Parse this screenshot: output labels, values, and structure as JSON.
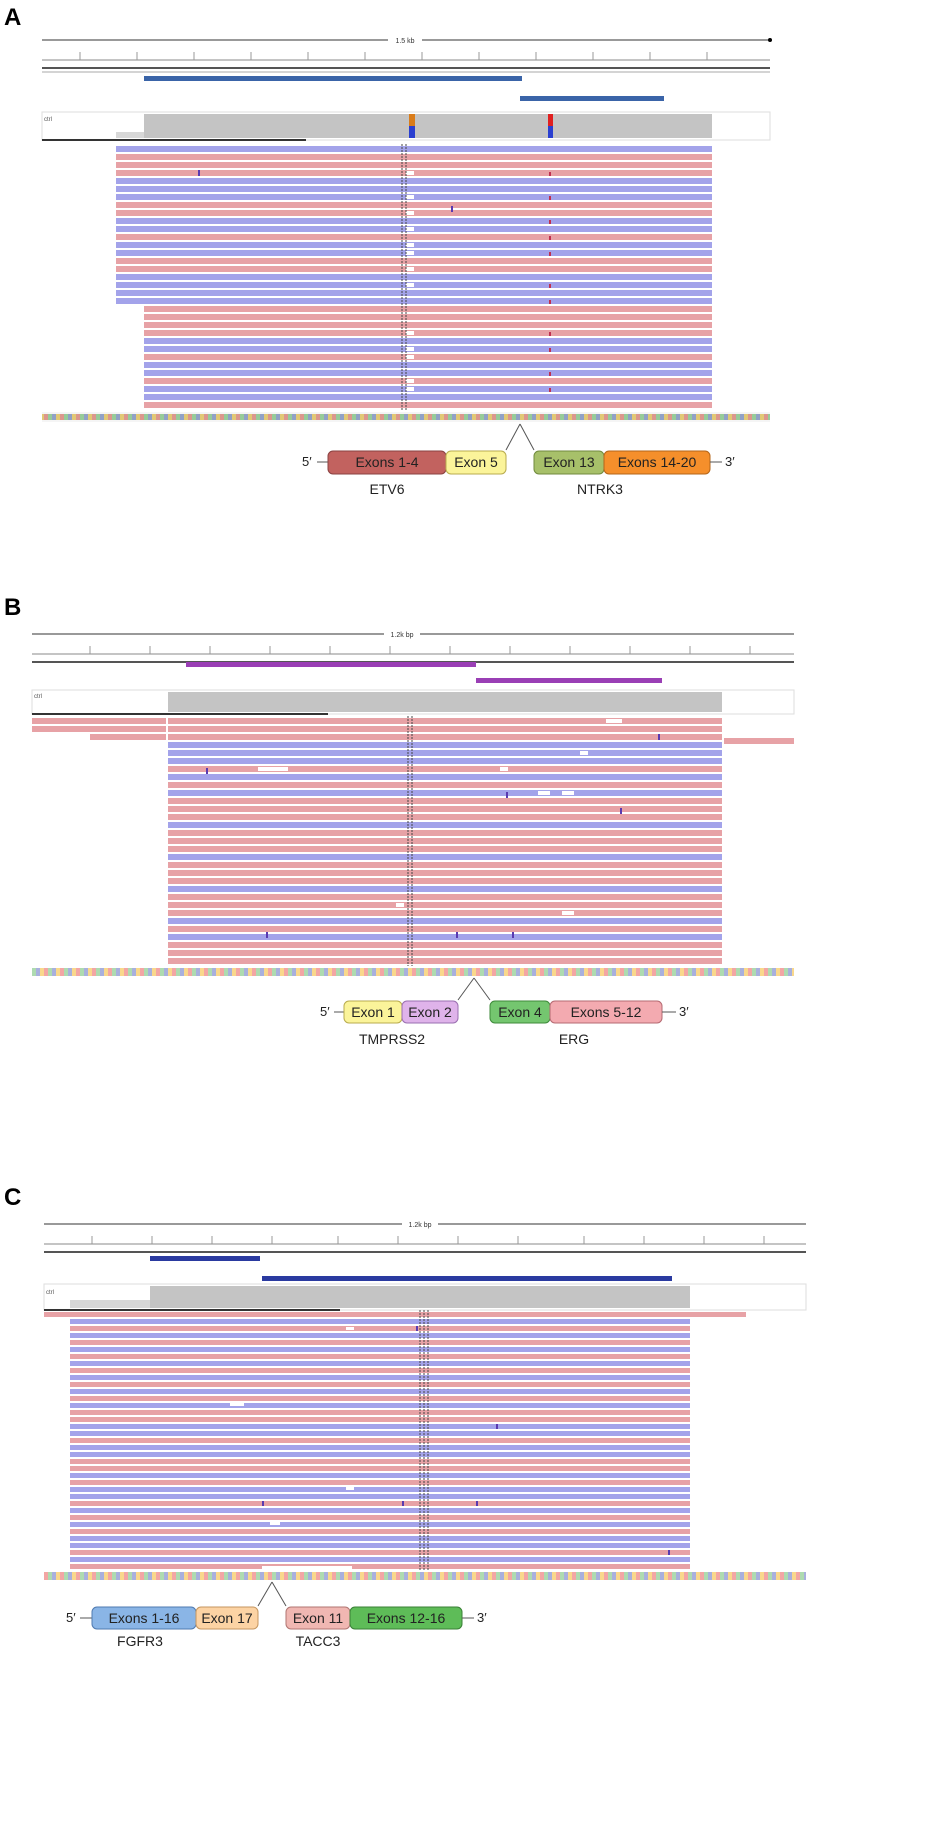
{
  "panels": [
    {
      "letter": "A",
      "ruler_label": "1.5 kb",
      "sample_label": "ctrl",
      "colors": {
        "pink": "#e7a2a6",
        "blue": "#a3a3ea",
        "bar": "#3a64a8"
      },
      "five_prime": "5′",
      "three_prime": "3′",
      "gene_left": {
        "name": "ETV6",
        "exons": [
          {
            "label": "Exons 1-4",
            "color": "#c2625f"
          },
          {
            "label": "Exon 5",
            "color": "#fbf49a"
          }
        ]
      },
      "gene_right": {
        "name": "NTRK3",
        "exons": [
          {
            "label": "Exon 13",
            "color": "#a7c06a"
          },
          {
            "label": "Exons 14-20",
            "color": "#f58f2b"
          }
        ]
      }
    },
    {
      "letter": "B",
      "ruler_label": "1.2k bp",
      "sample_label": "ctrl",
      "colors": {
        "pink": "#e7a2a6",
        "blue": "#a3a3ea",
        "bar": "#9a3fb5"
      },
      "five_prime": "5′",
      "three_prime": "3′",
      "gene_left": {
        "name": "TMPRSS2",
        "exons": [
          {
            "label": "Exon 1",
            "color": "#fbf49a"
          },
          {
            "label": "Exon 2",
            "color": "#dfb3ea"
          }
        ]
      },
      "gene_right": {
        "name": "ERG",
        "exons": [
          {
            "label": "Exon 4",
            "color": "#74c66f"
          },
          {
            "label": "Exons 5-12",
            "color": "#f3aab0"
          }
        ]
      }
    },
    {
      "letter": "C",
      "ruler_label": "1.2k bp",
      "sample_label": "ctrl",
      "colors": {
        "pink": "#e7a2a6",
        "blue": "#a3a3ea",
        "bar": "#2a3aa0"
      },
      "five_prime": "5′",
      "three_prime": "3′",
      "gene_left": {
        "name": "FGFR3",
        "exons": [
          {
            "label": "Exons 1-16",
            "color": "#8ab5e6"
          },
          {
            "label": "Exon 17",
            "color": "#fcd3a4"
          }
        ]
      },
      "gene_right": {
        "name": "TACC3",
        "exons": [
          {
            "label": "Exon 11",
            "color": "#f0b7b2"
          },
          {
            "label": "Exons 12-16",
            "color": "#5ebc58"
          }
        ]
      }
    }
  ]
}
